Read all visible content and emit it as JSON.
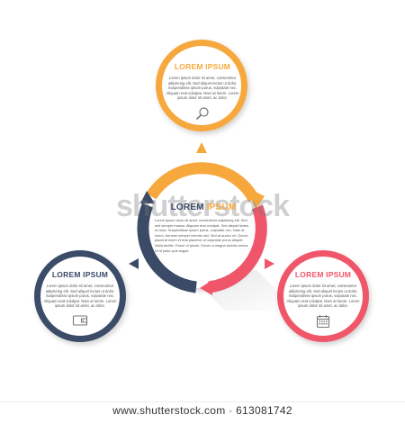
{
  "colors": {
    "orange": "#f6a83c",
    "navy": "#3b4b67",
    "red": "#f0566a",
    "title_dark": "#3b4b67",
    "body_text": "#555555"
  },
  "center": {
    "title_part1": "LOREM",
    "title_part2": "IPSUM",
    "body": "Lorem ipsum dolor sit amet, consectetur adipiscing elit. Sed sed semper massa. Aliquam erat volutpat. Sed aliquet lectus ut dolor. Suspendisse ipsum purus, vulputate nec. Nam at lorem. Aenean semper lobortis nisi. Sed at auctor mi. Donec placerat lorem et erat placerat, et vulputate purus aliquet. Nulla facilisi. Fusce ut ipsum. Donec a magna lacinia cursus. Ut id justo quis augue.",
    "watermark": "shutterstock"
  },
  "nodes": [
    {
      "id": "top",
      "title": "LOREM IPSUM",
      "body": "Lorem ipsum dolor sit amet, consectetur adipiscing elit. Sed aliquet lectus ut dolor. Suspendisse ipsum purus, vulputate nec. Aliquam erat volutpat. Nam at lorem. Lorem ipsum dolor sit amet, ac dolor.",
      "icon": "magnifier-icon"
    },
    {
      "id": "left",
      "title": "LOREM IPSUM",
      "body": "Lorem ipsum dolor sit amet, consectetur adipiscing elit. Sed aliquet lectus ut dolor. Suspendisse ipsum purus, vulputate nec. Aliquam erat volutpat. Nam at lorem. Lorem ipsum dolor sit amet, ac dolor.",
      "icon": "wallet-icon"
    },
    {
      "id": "right",
      "title": "LOREM IPSUM",
      "body": "Lorem ipsum dolor sit amet, consectetur adipiscing elit. Sed aliquet lectus ut dolor. Suspendisse ipsum purus, vulputate nec. Aliquam erat volutpat. Nam at lorem. Lorem ipsum dolor sit amet, ac dolor.",
      "icon": "calendar-icon"
    }
  ],
  "footer": {
    "text": "www.shutterstock.com · 613081742"
  }
}
